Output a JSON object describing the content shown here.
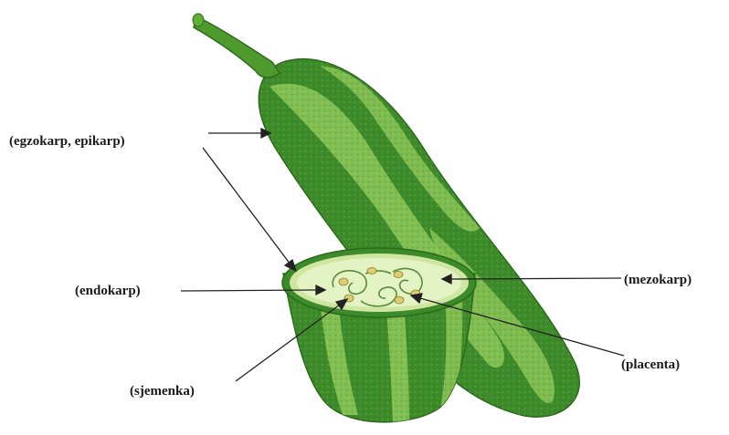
{
  "labels": {
    "exocarp": "(egzokarp, epikarp)",
    "endocarp": "(endokarp)",
    "seed": "(sjemenka)",
    "mesocarp": "(mezokarp)",
    "placenta": "(placenta)"
  },
  "colors": {
    "skin_dark": "#3d8a2a",
    "skin_light": "#8ec85a",
    "flesh": "#e4f3c4",
    "seed": "#d9cf72",
    "stem": "#4e9a2c",
    "line": "#222222"
  }
}
